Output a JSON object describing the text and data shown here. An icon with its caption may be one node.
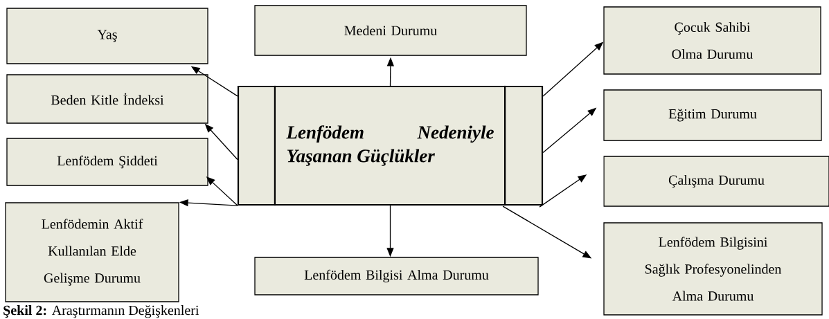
{
  "diagram": {
    "caption": "**Şekil 2:** Araştırmanın Değişkenleri",
    "nodes": [
      {
        "text": [
          "Lenfödem Nedeniyle Yaşanan Güçlükler"
        ]
      },
      {
        "text": [
          "Yaş"
        ]
      },
      {
        "text": [
          "Medeni Durumu"
        ]
      },
      {
        "text": [
          "Çocuk Sahibi Olma Durumu"
        ]
      },
      {
        "text": [
          "Beden Kitle İndeksi"
        ]
      },
      {
        "text": [
          "Eğitim Durumu"
        ]
      },
      {
        "text": [
          "Lenfödem Şiddeti"
        ]
      },
      {
        "text": [
          "Çalışma Durumu"
        ]
      },
      {
        "text": [
          "Lenfödemin Aktif Kullanılan Elde Gelişme Durumu"
        ]
      },
      {
        "text": [
          "Lenfödem Bilgisi Alma Durumu"
        ]
      },
      {
        "text": [
          "Lenfödem Bilgisini Sağlık Profesyonelinden Alma Durumu"
        ]
      }
    ],
    "edges": [
      {
        "from": 0,
        "to": 1,
        "arrow": "to"
      },
      {
        "from": 0,
        "to": 2,
        "arrow": "to"
      },
      {
        "from": 0,
        "to": 3,
        "arrow": "to"
      },
      {
        "from": 0,
        "to": 4,
        "arrow": "to"
      },
      {
        "from": 0,
        "to": 5,
        "arrow": "to"
      },
      {
        "from": 0,
        "to": 6,
        "arrow": "to"
      },
      {
        "from": 0,
        "to": 7,
        "arrow": "to"
      },
      {
        "from": 0,
        "to": 8,
        "arrow": "to"
      },
      {
        "from": 0,
        "to": 9,
        "arrow": "to"
      },
      {
        "from": 0,
        "to": 10,
        "arrow": "to"
      }
    ]
  }
}
